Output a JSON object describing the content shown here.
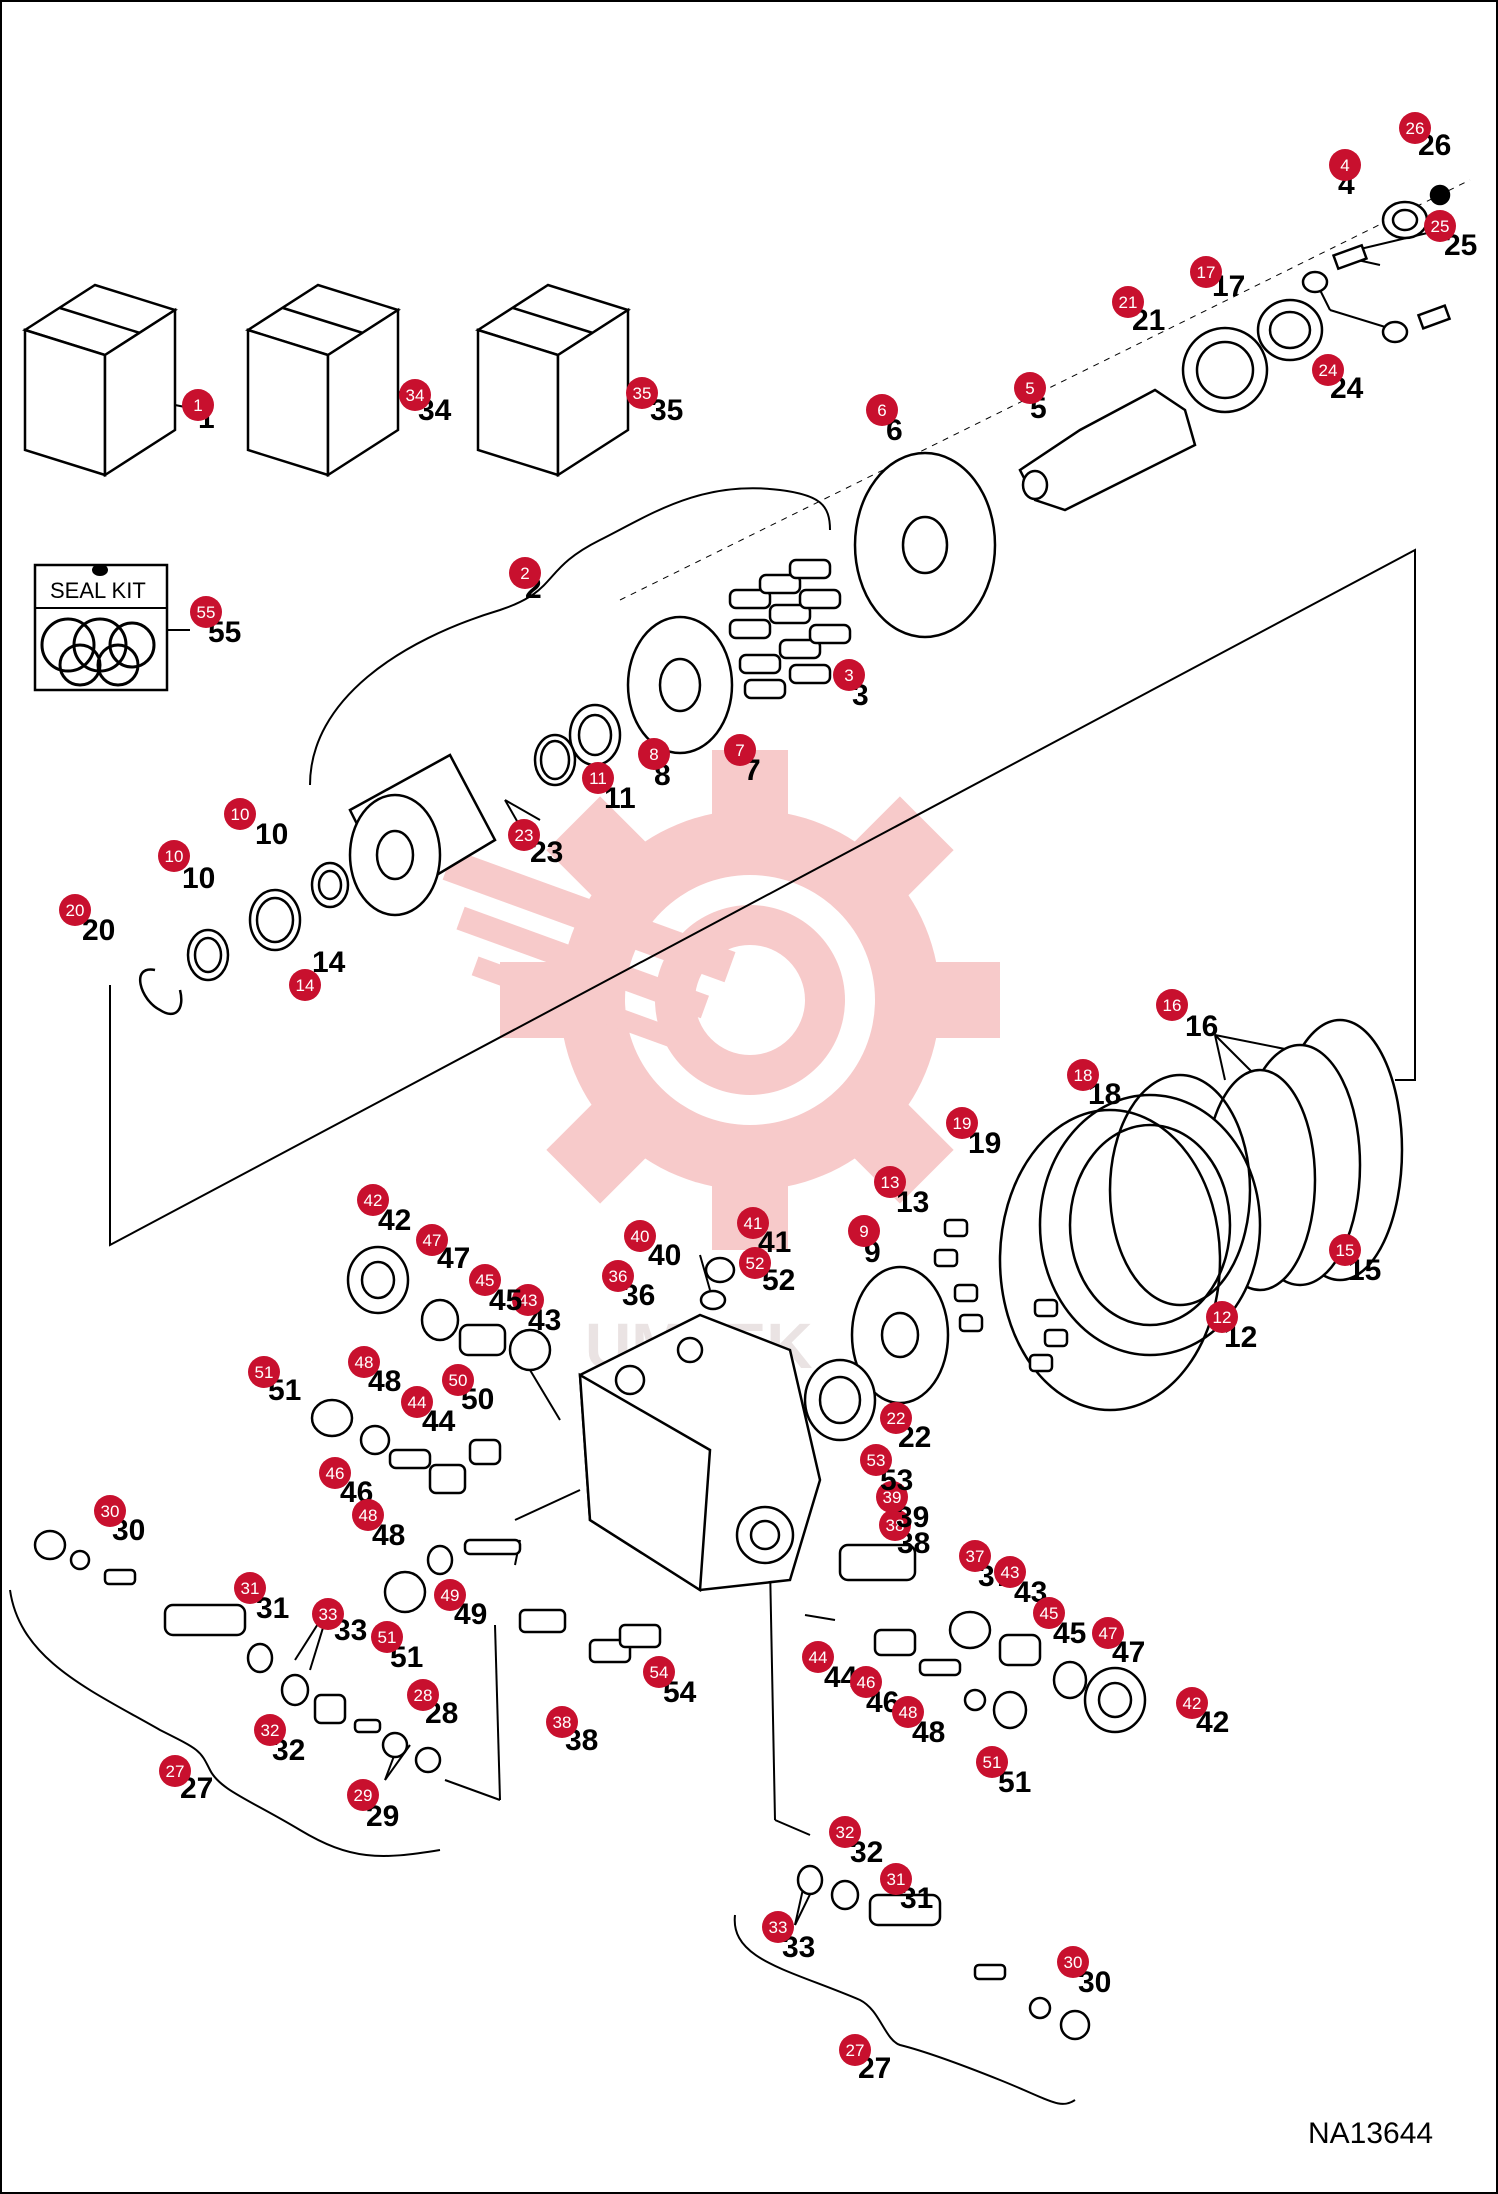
{
  "document": {
    "code": "NA13644",
    "seal_kit_label": "SEAL KIT"
  },
  "colors": {
    "badge": "#c8102e",
    "line": "#000000",
    "watermark": "#f6c4c4"
  },
  "watermark": {
    "text": "UMTEK"
  },
  "callouts": [
    {
      "id": "c1",
      "number": "1",
      "label": "1"
    },
    {
      "id": "c2",
      "number": "2",
      "label": "2"
    },
    {
      "id": "c3",
      "number": "3",
      "label": "3"
    },
    {
      "id": "c4",
      "number": "4",
      "label": "4"
    },
    {
      "id": "c5",
      "number": "5",
      "label": "5"
    },
    {
      "id": "c6",
      "number": "6",
      "label": "6"
    },
    {
      "id": "c7",
      "number": "7",
      "label": "7"
    },
    {
      "id": "c8",
      "number": "8",
      "label": "8"
    },
    {
      "id": "c9",
      "number": "9",
      "label": "9"
    },
    {
      "id": "c10a",
      "number": "10",
      "label": "10"
    },
    {
      "id": "c10b",
      "number": "10",
      "label": "10"
    },
    {
      "id": "c11",
      "number": "11",
      "label": "11"
    },
    {
      "id": "c12",
      "number": "12",
      "label": "12"
    },
    {
      "id": "c13",
      "number": "13",
      "label": "13"
    },
    {
      "id": "c14",
      "number": "14",
      "label": "14"
    },
    {
      "id": "c15",
      "number": "15",
      "label": "15"
    },
    {
      "id": "c16",
      "number": "16",
      "label": "16"
    },
    {
      "id": "c17",
      "number": "17",
      "label": "17"
    },
    {
      "id": "c18",
      "number": "18",
      "label": "18"
    },
    {
      "id": "c19",
      "number": "19",
      "label": "19"
    },
    {
      "id": "c20",
      "number": "20",
      "label": "20"
    },
    {
      "id": "c21",
      "number": "21",
      "label": "21"
    },
    {
      "id": "c22",
      "number": "22",
      "label": "22"
    },
    {
      "id": "c23",
      "number": "23",
      "label": "23"
    },
    {
      "id": "c24",
      "number": "24",
      "label": "24"
    },
    {
      "id": "c25",
      "number": "25",
      "label": "25"
    },
    {
      "id": "c26",
      "number": "26",
      "label": "26"
    },
    {
      "id": "c27a",
      "number": "27",
      "label": "27"
    },
    {
      "id": "c27b",
      "number": "27",
      "label": "27"
    },
    {
      "id": "c28",
      "number": "28",
      "label": "28"
    },
    {
      "id": "c29",
      "number": "29",
      "label": "29"
    },
    {
      "id": "c30a",
      "number": "30",
      "label": "30"
    },
    {
      "id": "c30b",
      "number": "30",
      "label": "30"
    },
    {
      "id": "c31a",
      "number": "31",
      "label": "31"
    },
    {
      "id": "c31b",
      "number": "31",
      "label": "31"
    },
    {
      "id": "c32a",
      "number": "32",
      "label": "32"
    },
    {
      "id": "c32b",
      "number": "32",
      "label": "32"
    },
    {
      "id": "c33a",
      "number": "33",
      "label": "33"
    },
    {
      "id": "c33b",
      "number": "33",
      "label": "33"
    },
    {
      "id": "c34",
      "number": "34",
      "label": "34"
    },
    {
      "id": "c35",
      "number": "35",
      "label": "35"
    },
    {
      "id": "c36",
      "number": "36",
      "label": "36"
    },
    {
      "id": "c37",
      "number": "37",
      "label": "37"
    },
    {
      "id": "c38a",
      "number": "38",
      "label": "38"
    },
    {
      "id": "c38b",
      "number": "38",
      "label": "38"
    },
    {
      "id": "c39",
      "number": "39",
      "label": "39"
    },
    {
      "id": "c40",
      "number": "40",
      "label": "40"
    },
    {
      "id": "c41",
      "number": "41",
      "label": "41"
    },
    {
      "id": "c42a",
      "number": "42",
      "label": "42"
    },
    {
      "id": "c42b",
      "number": "42",
      "label": "42"
    },
    {
      "id": "c43a",
      "number": "43",
      "label": "43"
    },
    {
      "id": "c43b",
      "number": "43",
      "label": "43"
    },
    {
      "id": "c44a",
      "number": "44",
      "label": "44"
    },
    {
      "id": "c44b",
      "number": "44",
      "label": "44"
    },
    {
      "id": "c45a",
      "number": "45",
      "label": "45"
    },
    {
      "id": "c45b",
      "number": "45",
      "label": "45"
    },
    {
      "id": "c46a",
      "number": "46",
      "label": "46"
    },
    {
      "id": "c46b",
      "number": "46",
      "label": "46"
    },
    {
      "id": "c47a",
      "number": "47",
      "label": "47"
    },
    {
      "id": "c47b",
      "number": "47",
      "label": "47"
    },
    {
      "id": "c48a",
      "number": "48",
      "label": "48"
    },
    {
      "id": "c48b",
      "number": "48",
      "label": "48"
    },
    {
      "id": "c48c",
      "number": "48",
      "label": "48"
    },
    {
      "id": "c49",
      "number": "49",
      "label": "49"
    },
    {
      "id": "c50",
      "number": "50",
      "label": "50"
    },
    {
      "id": "c51a",
      "number": "51",
      "label": "51"
    },
    {
      "id": "c51b",
      "number": "51",
      "label": "51"
    },
    {
      "id": "c51c",
      "number": "51",
      "label": "51"
    },
    {
      "id": "c52",
      "number": "52",
      "label": "52"
    },
    {
      "id": "c53",
      "number": "53",
      "label": "53"
    },
    {
      "id": "c54",
      "number": "54",
      "label": "54"
    },
    {
      "id": "c55",
      "number": "55",
      "label": "55"
    }
  ]
}
